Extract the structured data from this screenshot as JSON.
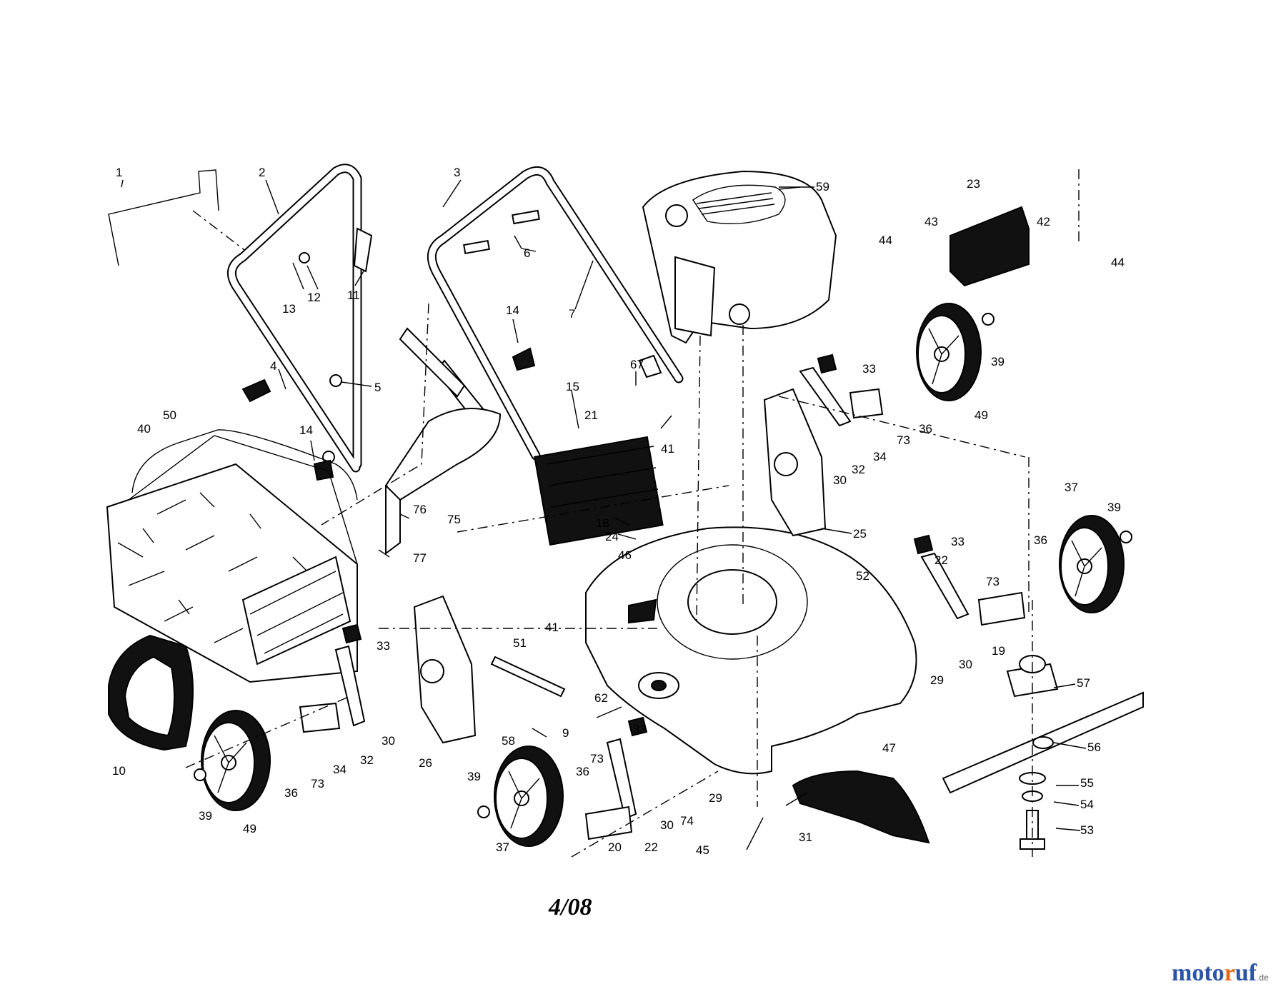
{
  "diagram": {
    "callouts": [
      {
        "id": "c1",
        "label": "1"
      },
      {
        "id": "c2",
        "label": "2"
      },
      {
        "id": "c3",
        "label": "3"
      },
      {
        "id": "c4",
        "label": "4"
      },
      {
        "id": "c5",
        "label": "5"
      },
      {
        "id": "c6",
        "label": "6"
      },
      {
        "id": "c7",
        "label": "7"
      },
      {
        "id": "c9",
        "label": "9"
      },
      {
        "id": "c10",
        "label": "10"
      },
      {
        "id": "c11",
        "label": "11"
      },
      {
        "id": "c12",
        "label": "12"
      },
      {
        "id": "c13",
        "label": "13"
      },
      {
        "id": "c14a",
        "label": "14"
      },
      {
        "id": "c14b",
        "label": "14"
      },
      {
        "id": "c15",
        "label": "15"
      },
      {
        "id": "c18",
        "label": "18"
      },
      {
        "id": "c19",
        "label": "19"
      },
      {
        "id": "c20",
        "label": "20"
      },
      {
        "id": "c21",
        "label": "21"
      },
      {
        "id": "c22a",
        "label": "22"
      },
      {
        "id": "c22b",
        "label": "22"
      },
      {
        "id": "c23",
        "label": "23"
      },
      {
        "id": "c24",
        "label": "24"
      },
      {
        "id": "c25",
        "label": "25"
      },
      {
        "id": "c26",
        "label": "26"
      },
      {
        "id": "c29a",
        "label": "29"
      },
      {
        "id": "c29b",
        "label": "29"
      },
      {
        "id": "c30a",
        "label": "30"
      },
      {
        "id": "c30b",
        "label": "30"
      },
      {
        "id": "c30c",
        "label": "30"
      },
      {
        "id": "c30d",
        "label": "30"
      },
      {
        "id": "c31",
        "label": "31"
      },
      {
        "id": "c32a",
        "label": "32"
      },
      {
        "id": "c32b",
        "label": "32"
      },
      {
        "id": "c33a",
        "label": "33"
      },
      {
        "id": "c33b",
        "label": "33"
      },
      {
        "id": "c33c",
        "label": "33"
      },
      {
        "id": "c33d",
        "label": "33"
      },
      {
        "id": "c34a",
        "label": "34"
      },
      {
        "id": "c34b",
        "label": "34"
      },
      {
        "id": "c36a",
        "label": "36"
      },
      {
        "id": "c36b",
        "label": "36"
      },
      {
        "id": "c36c",
        "label": "36"
      },
      {
        "id": "c36d",
        "label": "36"
      },
      {
        "id": "c37a",
        "label": "37"
      },
      {
        "id": "c37b",
        "label": "37"
      },
      {
        "id": "c39a",
        "label": "39"
      },
      {
        "id": "c39b",
        "label": "39"
      },
      {
        "id": "c39c",
        "label": "39"
      },
      {
        "id": "c39d",
        "label": "39"
      },
      {
        "id": "c40",
        "label": "40"
      },
      {
        "id": "c41a",
        "label": "41"
      },
      {
        "id": "c41b",
        "label": "41"
      },
      {
        "id": "c42",
        "label": "42"
      },
      {
        "id": "c43",
        "label": "43"
      },
      {
        "id": "c44a",
        "label": "44"
      },
      {
        "id": "c44b",
        "label": "44"
      },
      {
        "id": "c45",
        "label": "45"
      },
      {
        "id": "c46",
        "label": "46"
      },
      {
        "id": "c47",
        "label": "47"
      },
      {
        "id": "c49a",
        "label": "49"
      },
      {
        "id": "c49b",
        "label": "49"
      },
      {
        "id": "c50",
        "label": "50"
      },
      {
        "id": "c51",
        "label": "51"
      },
      {
        "id": "c52",
        "label": "52"
      },
      {
        "id": "c53",
        "label": "53"
      },
      {
        "id": "c54",
        "label": "54"
      },
      {
        "id": "c55",
        "label": "55"
      },
      {
        "id": "c56",
        "label": "56"
      },
      {
        "id": "c57",
        "label": "57"
      },
      {
        "id": "c58",
        "label": "58"
      },
      {
        "id": "c59",
        "label": "59"
      },
      {
        "id": "c62",
        "label": "62"
      },
      {
        "id": "c67",
        "label": "67"
      },
      {
        "id": "c73a",
        "label": "73"
      },
      {
        "id": "c73b",
        "label": "73"
      },
      {
        "id": "c73c",
        "label": "73"
      },
      {
        "id": "c73d",
        "label": "73"
      },
      {
        "id": "c74",
        "label": "74"
      },
      {
        "id": "c75",
        "label": "75"
      },
      {
        "id": "c76",
        "label": "76"
      },
      {
        "id": "c77",
        "label": "77"
      }
    ],
    "date_code": "4/08"
  },
  "watermark": {
    "part_a": "moto",
    "part_b": "r",
    "part_c": "uf",
    "tld": ".de"
  }
}
